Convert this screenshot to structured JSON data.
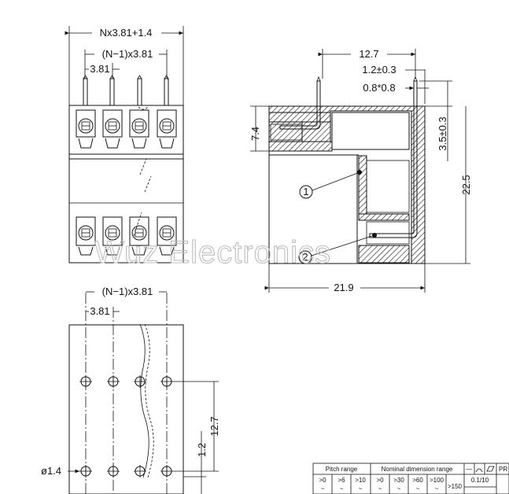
{
  "dimensions": {
    "top_total_width": "Nx3.81+1.4",
    "top_pitch_n": "(N−1)x3.81",
    "top_pitch": "3.81",
    "side_width": "12.7",
    "side_pin_pos": "1.2±0.3",
    "side_pin_size": "0.8*0.8",
    "side_height_small": "7.4",
    "side_pin_height": "3.5±0.3",
    "side_height_total": "22.5",
    "side_depth": "21.9",
    "bottom_pitch_n": "(N−1)x3.81",
    "bottom_pitch": "3.81",
    "bottom_row_spacing": "12.7",
    "bottom_offset": "1.2",
    "bottom_hole_diameter": "ø1.4"
  },
  "callouts": {
    "callout_1": "1",
    "callout_2": "2"
  },
  "watermark": "Wuz Electronics",
  "table": {
    "headers": {
      "pitch_range": "Pitch range",
      "nominal_range": "Nominal dimension range",
      "pr": "PR"
    },
    "pitch_values": [
      ">0",
      ">6",
      ">10"
    ],
    "nominal_values": [
      ">0",
      ">30",
      ">60",
      ">100"
    ],
    "nominal_extra": ">150",
    "tolerance": "0.1/10"
  }
}
